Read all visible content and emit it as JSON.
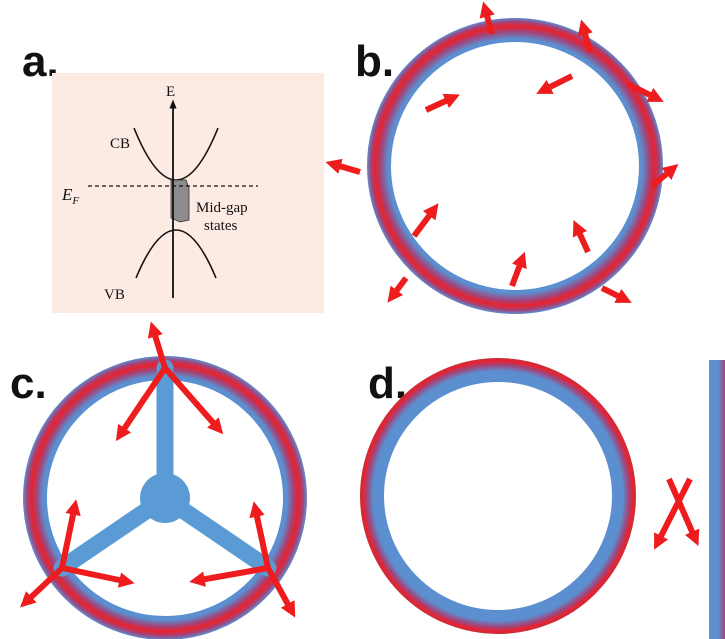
{
  "panels": {
    "a": {
      "label": "a."
    },
    "b": {
      "label": "b."
    },
    "c": {
      "label": "c."
    },
    "d": {
      "label": "d."
    }
  },
  "band_diagram": {
    "energy_axis": "E",
    "conduction_band": "CB",
    "valence_band": "VB",
    "fermi_main": "E",
    "fermi_sub": "F",
    "midgap_line1": "Mid-gap",
    "midgap_line2": "states"
  },
  "colors": {
    "ring_red": "#e8222c",
    "ring_blue": "#5b8fd0",
    "arrow_red": "#ee1c1c",
    "spoke_blue": "#5b9bd5",
    "panel_a_bg": "#fcebe3"
  }
}
